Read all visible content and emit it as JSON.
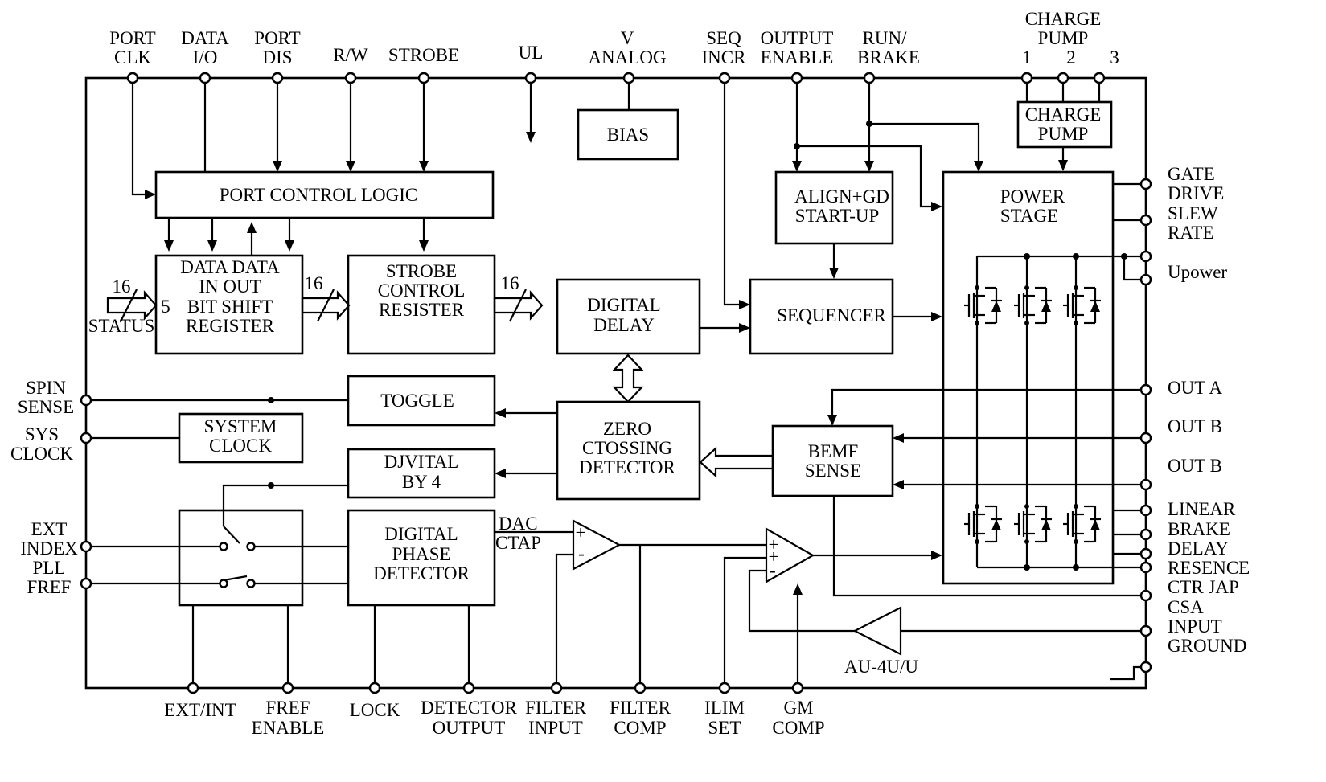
{
  "top_pins": {
    "port_clk": [
      "PORT",
      "CLK"
    ],
    "data_io": [
      "DATA",
      "I/O"
    ],
    "port_dis": [
      "PORT",
      "DIS"
    ],
    "rw": "R/W",
    "strobe": "STROBE",
    "ul": "UL",
    "v_analog": [
      "V",
      "ANALOG"
    ],
    "seq_incr": [
      "SEQ",
      "INCR"
    ],
    "output_enable": [
      "OUTPUT",
      "ENABLE"
    ],
    "run_brake": [
      "RUN/",
      "BRAKE"
    ],
    "charge_pump": [
      "CHARGE",
      "PUMP"
    ],
    "charge_pump_numbers": [
      "1",
      "2",
      "3"
    ]
  },
  "left_pins": {
    "spin_sense": [
      "SPIN",
      "SENSE"
    ],
    "sys_clock": [
      "SYS",
      "CLOCK"
    ],
    "ext_index": [
      "EXT",
      "INDEX"
    ],
    "pll_fref": [
      "PLL",
      "FREF"
    ]
  },
  "right_pins": {
    "gate_drive_slew_rate": [
      "GATE",
      "DRIVE",
      "SLEW",
      "RATE"
    ],
    "upower": "Upower",
    "out_a": "OUT  A",
    "out_b1": "OUT  B",
    "out_b2": "OUT  B",
    "bottom_group": [
      "LINEAR",
      "BRAKE",
      "DELAY",
      "RESENCE",
      "CTR  JAP",
      "CSA",
      "INPUT",
      "GROUND"
    ]
  },
  "bottom_pins": {
    "ext_int": "EXT/INT",
    "fref_enable": [
      "FREF",
      "ENABLE"
    ],
    "lock": "LOCK",
    "detector_output": [
      "DETECTOR",
      "OUTPUT"
    ],
    "filter_input": [
      "FILTER",
      "INPUT"
    ],
    "filter_comp": [
      "FILTER",
      "COMP"
    ],
    "ilim_set": [
      "ILIM",
      "SET"
    ],
    "gm_comp": [
      "GM",
      "COMP"
    ]
  },
  "blocks": {
    "bias": "BIAS",
    "charge_pump_block": [
      "CHARGE",
      "PUMP"
    ],
    "port_control_logic": "PORT CONTROL LOGIC",
    "shift_register": [
      "DATA  DATA",
      "IN    OUT",
      "BIT   SHIFT",
      "REGISTER"
    ],
    "strobe_control": [
      "STROBE",
      "CONTROL",
      "RESISTER"
    ],
    "digital_delay": [
      "DIGITAL",
      "DELAY"
    ],
    "align_startup": [
      "ALIGN+GD",
      "START-UP"
    ],
    "sequencer": "SEQUENCER",
    "power_stage": [
      "POWER",
      "STAGE"
    ],
    "toggle": "TOGGLE",
    "system_clock": [
      "SYSTEM",
      "CLOCK"
    ],
    "zero_crossing": [
      "ZERO",
      "CTOSSING",
      "DETECTOR"
    ],
    "bemf_sense": [
      "BEMF",
      "SENSE"
    ],
    "divide_by_4": [
      "DJVITAL",
      "BY  4"
    ],
    "digital_phase_detector": [
      "DIGITAL",
      "PHASE",
      "DETECTOR"
    ]
  },
  "labels": {
    "status": "STATUS",
    "bus_16a": "16",
    "bus_5": "5",
    "bus_16b": "16",
    "bus_16c": "16",
    "dac_ctap": [
      "DAC",
      "CTAP"
    ],
    "amp_label": "AU-4U/U",
    "opamp_plus": "+",
    "opamp_minus": "-",
    "comp_plus": "+",
    "comp_minus": "-"
  }
}
